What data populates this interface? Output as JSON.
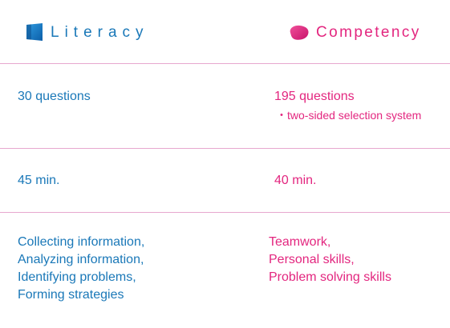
{
  "header": {
    "literacy": {
      "label": "Literacy",
      "icon": "blue-square-icon",
      "color": "#1a78b8"
    },
    "competency": {
      "label": "Competency",
      "icon": "pink-blob-icon",
      "color": "#e3267f"
    }
  },
  "rows": {
    "questions": {
      "literacy": "30 questions",
      "competency": "195 questions",
      "competency_note": "・two-sided selection system"
    },
    "time": {
      "literacy": "45 min.",
      "competency": "40 min."
    },
    "skills": {
      "literacy": [
        "Collecting information,",
        "Analyzing information,",
        "Identifying problems,",
        "Forming strategies"
      ],
      "competency": [
        "Teamwork,",
        "Personal skills,",
        "Problem solving skills"
      ]
    }
  },
  "colors": {
    "divider": "#e7a7cf",
    "blue": "#1a78b8",
    "pink": "#e3267f"
  }
}
